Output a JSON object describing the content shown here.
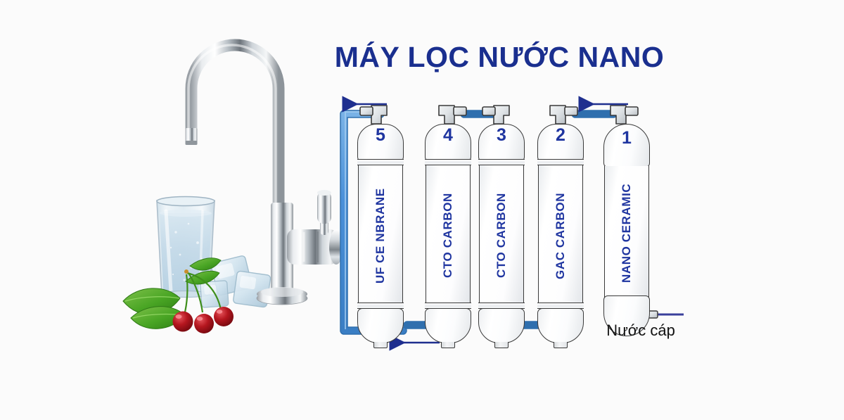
{
  "title": "MÁY LỌC NƯỚC NANO",
  "background_color": "#fbfbfb",
  "accent_colors": {
    "title_navy": "#1a2f8f",
    "label_blue": "#1f35a0",
    "pipe_blue": "#4a90d9",
    "arrow_navy": "#1f2f8f",
    "chrome_gray": "#c8cdd2",
    "outline": "#3a3a3a"
  },
  "diagram": {
    "inlet_caption": "Nước cáp",
    "flow_direction": "right-to-left",
    "cartridges": [
      {
        "number": "1",
        "label": "NANO CERAMIC",
        "shape": "rounded-bullet"
      },
      {
        "number": "2",
        "label": "GAC CARBON",
        "shape": "cylinder"
      },
      {
        "number": "3",
        "label": "CTO CARBON",
        "shape": "cylinder"
      },
      {
        "number": "4",
        "label": "CTO CARBON",
        "shape": "cylinder"
      },
      {
        "number": "5",
        "label": "UF CE NBRANE",
        "shape": "cylinder"
      }
    ],
    "arrows": [
      {
        "name": "arrow-top-left",
        "direction": "left"
      },
      {
        "name": "arrow-top-right",
        "direction": "left"
      },
      {
        "name": "arrow-bottom",
        "direction": "left"
      }
    ]
  },
  "photo": {
    "faucet": "gooseneck-chrome-faucet",
    "glass": "glass-of-water",
    "garnish": [
      "cherries",
      "green-leaves",
      "ice-cubes"
    ]
  }
}
